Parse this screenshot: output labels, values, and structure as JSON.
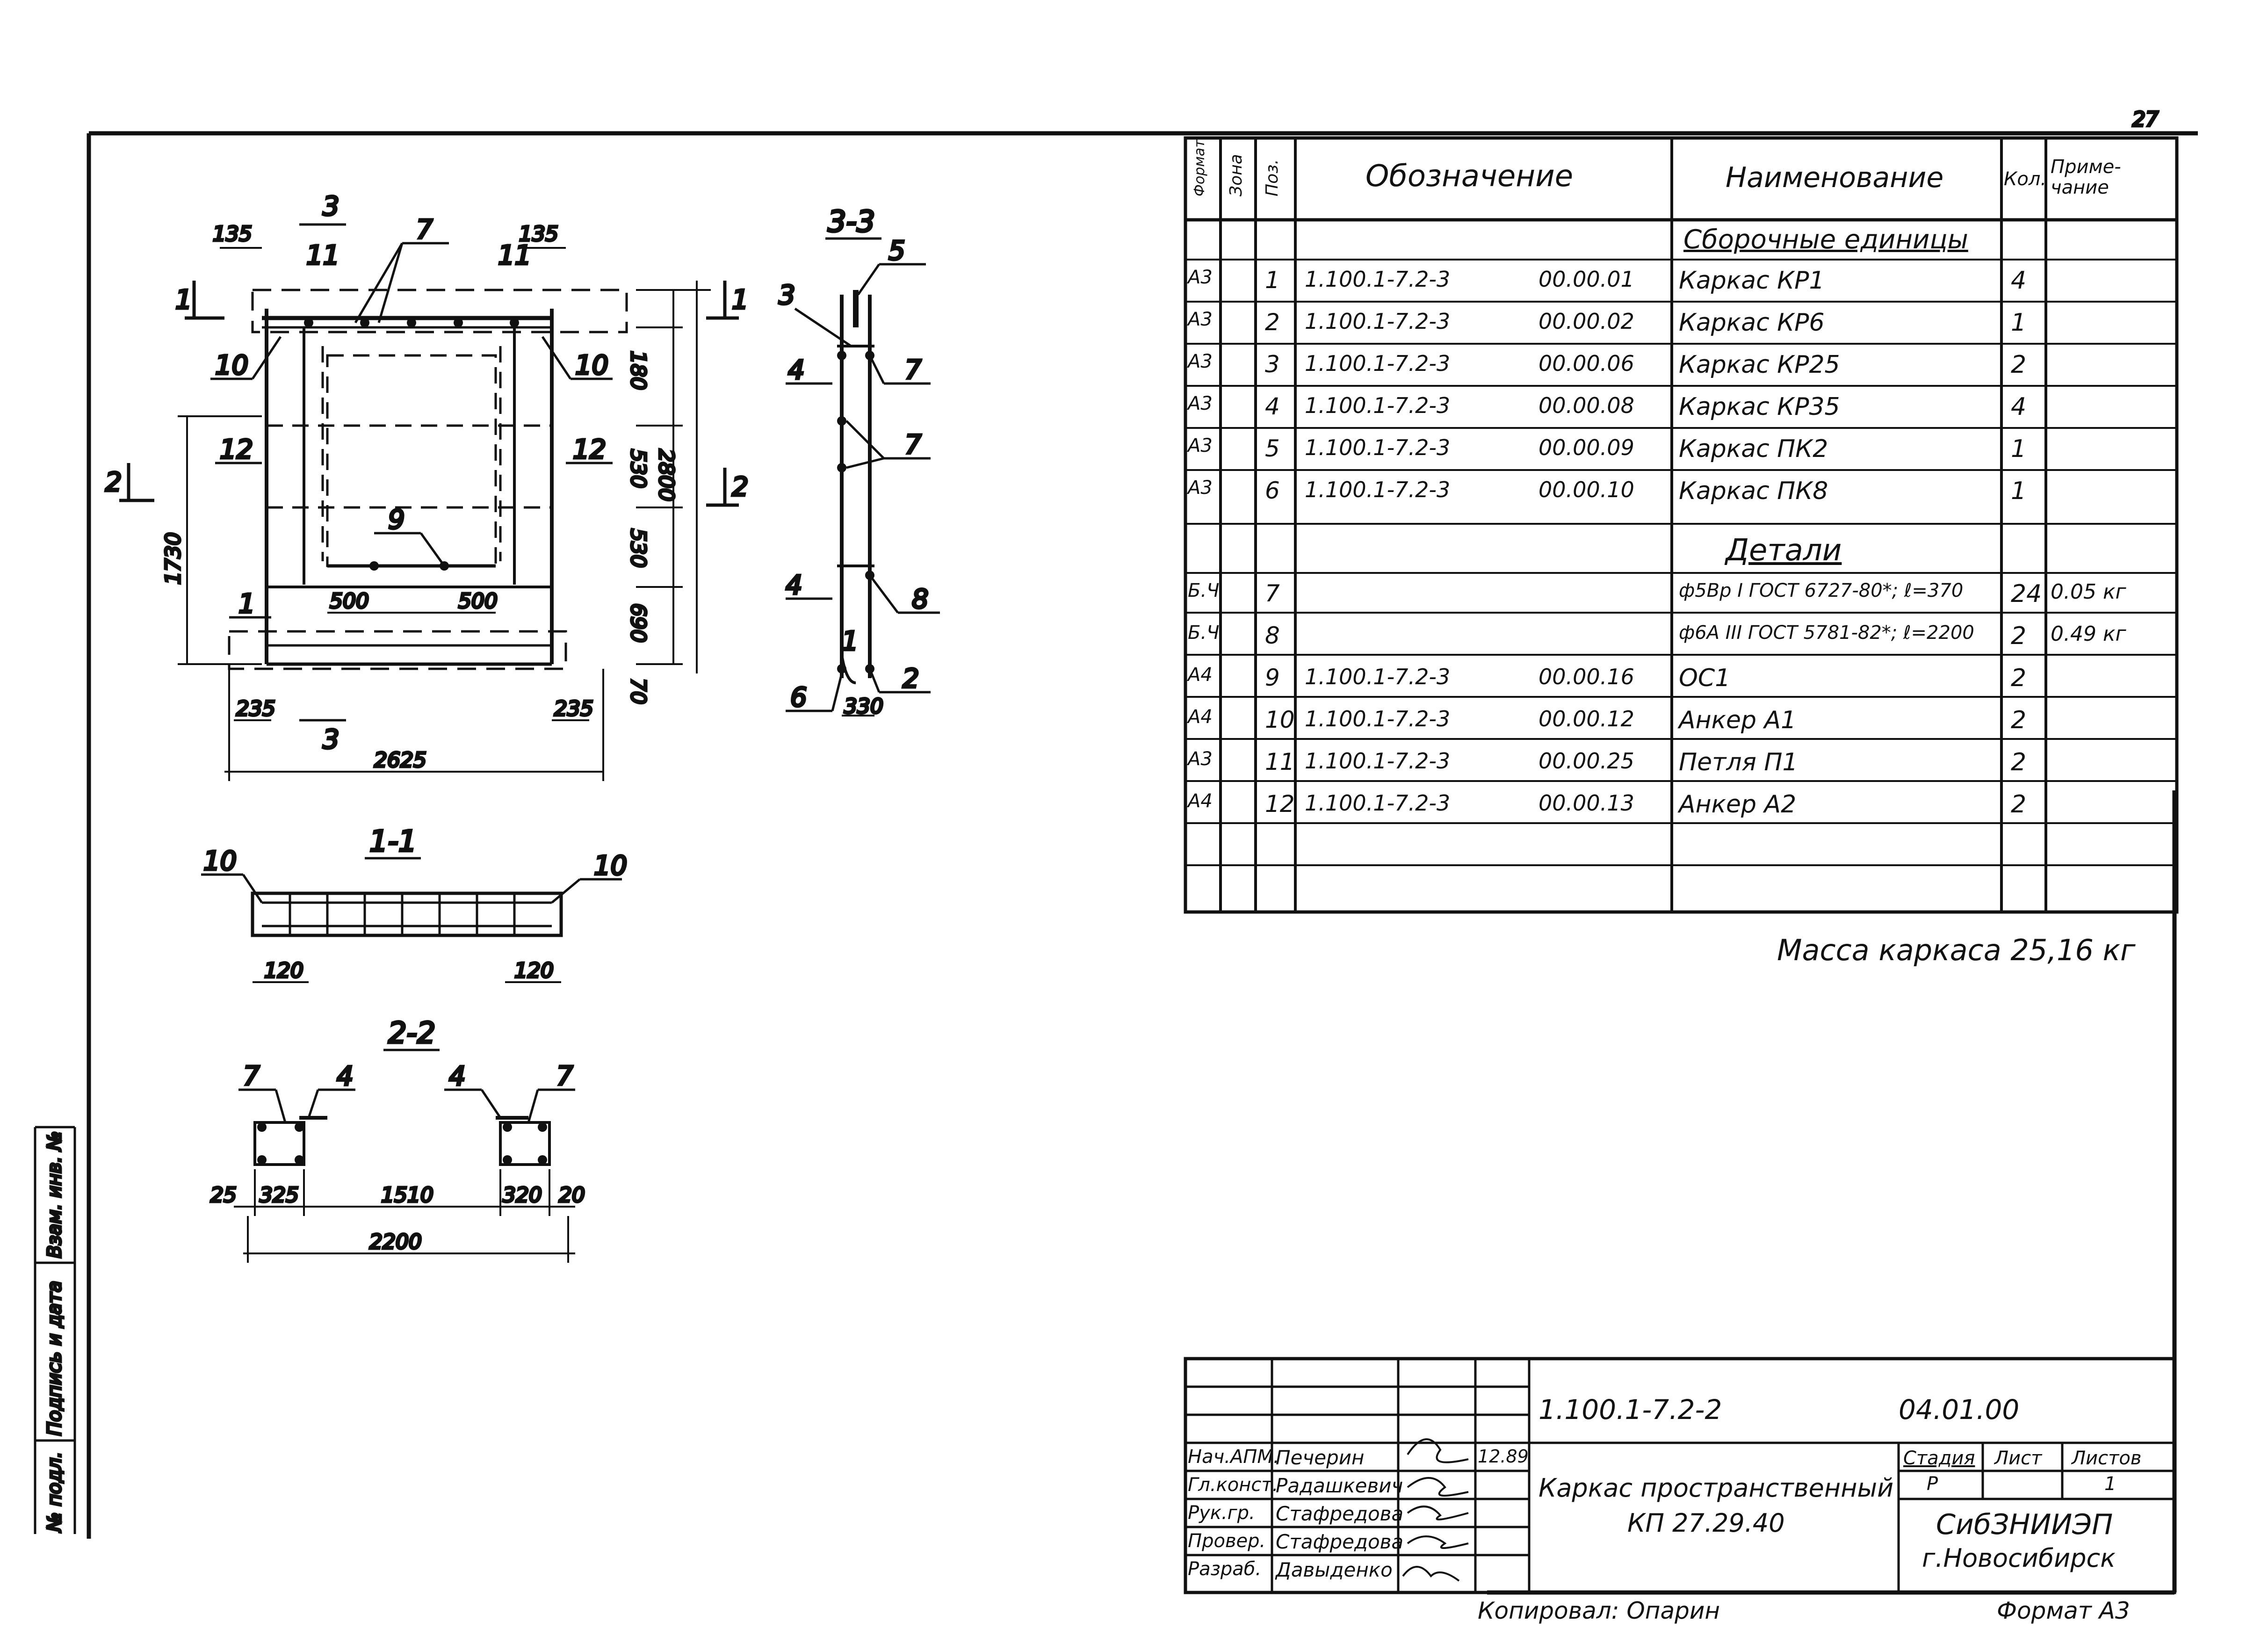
{
  "sheet": {
    "corner_mark": "27",
    "side_stamp": [
      "№ подл.",
      "Подпись и дата",
      "Взам. инв. №"
    ]
  },
  "drawing": {
    "view_main": {
      "dims": {
        "d135_left": "135",
        "d135_right": "135",
        "d2625": "2625",
        "d235_left": "235",
        "d235_right": "235",
        "d500_a": "500",
        "d500_b": "500",
        "d1730": "1730",
        "d2800": "2800",
        "d180": "180",
        "d530_a": "530",
        "d530_b": "530",
        "d690": "690",
        "d70": "70"
      },
      "callouts": {
        "c3_top": "3",
        "c3_bottom": "3",
        "c7": "7",
        "c11_left": "11",
        "c11_right": "11",
        "c10_left": "10",
        "c10_right": "10",
        "c12_left": "12",
        "c12_right": "12",
        "c9": "9",
        "c1": "1",
        "s1_left": "1",
        "s1_right": "1",
        "s2_left": "2",
        "s2_right": "2"
      }
    },
    "view_33": {
      "title": "3-3",
      "callouts": {
        "c5": "5",
        "c3": "3",
        "c7_top": "7",
        "c4_top": "4",
        "c7_mid": "7",
        "c4_bottom": "4",
        "c8": "8",
        "c6": "6",
        "c2": "2",
        "c1": "1"
      },
      "dims": {
        "d330": "330"
      }
    },
    "view_11": {
      "title": "1-1",
      "callouts": {
        "c10_left": "10",
        "c10_right": "10"
      },
      "dims": {
        "d120_left": "120",
        "d120_right": "120"
      }
    },
    "view_22": {
      "title": "2-2",
      "callouts": {
        "c7_left": "7",
        "c4_left": "4",
        "c4_right": "4",
        "c7_right": "7"
      },
      "dims": {
        "d25": "25",
        "d325": "325",
        "d1510": "1510",
        "d320": "320",
        "d20": "20",
        "d2200": "2200"
      }
    }
  },
  "bom": {
    "headers": {
      "format": "Формат",
      "zone": "Зона",
      "pos": "Поз.",
      "designation": "Обозначение",
      "name": "Наименование",
      "qty": "Кол.",
      "note": "Приме- чание"
    },
    "section_assembly": "Сборочные единицы",
    "section_details": "Детали",
    "rows_assembly": [
      {
        "fmt": "А3",
        "pos": "1",
        "doc": "1.100.1-7.2-3",
        "code": "00.00.01",
        "name": "Каркас КР1",
        "qty": "4",
        "note": ""
      },
      {
        "fmt": "А3",
        "pos": "2",
        "doc": "1.100.1-7.2-3",
        "code": "00.00.02",
        "name": "Каркас КР6",
        "qty": "1",
        "note": ""
      },
      {
        "fmt": "А3",
        "pos": "3",
        "doc": "1.100.1-7.2-3",
        "code": "00.00.06",
        "name": "Каркас КР25",
        "qty": "2",
        "note": ""
      },
      {
        "fmt": "А3",
        "pos": "4",
        "doc": "1.100.1-7.2-3",
        "code": "00.00.08",
        "name": "Каркас КР35",
        "qty": "4",
        "note": ""
      },
      {
        "fmt": "А3",
        "pos": "5",
        "doc": "1.100.1-7.2-3",
        "code": "00.00.09",
        "name": "Каркас ПК2",
        "qty": "1",
        "note": ""
      },
      {
        "fmt": "А3",
        "pos": "6",
        "doc": "1.100.1-7.2-3",
        "code": "00.00.10",
        "name": "Каркас ПК8",
        "qty": "1",
        "note": ""
      }
    ],
    "rows_details": [
      {
        "fmt": "Б.Ч",
        "pos": "7",
        "doc": "",
        "code": "",
        "name": "ф5Вр I ГОСТ 6727-80*; ℓ=370",
        "qty": "24",
        "note": "0.05 кг"
      },
      {
        "fmt": "Б.Ч",
        "pos": "8",
        "doc": "",
        "code": "",
        "name": "ф6А III ГОСТ 5781-82*; ℓ=2200",
        "qty": "2",
        "note": "0.49 кг"
      },
      {
        "fmt": "А4",
        "pos": "9",
        "doc": "1.100.1-7.2-3",
        "code": "00.00.16",
        "name": "ОС1",
        "qty": "2",
        "note": ""
      },
      {
        "fmt": "А4",
        "pos": "10",
        "doc": "1.100.1-7.2-3",
        "code": "00.00.12",
        "name": "Анкер А1",
        "qty": "2",
        "note": ""
      },
      {
        "fmt": "А3",
        "pos": "11",
        "doc": "1.100.1-7.2-3",
        "code": "00.00.25",
        "name": "Петля П1",
        "qty": "2",
        "note": ""
      },
      {
        "fmt": "А4",
        "pos": "12",
        "doc": "1.100.1-7.2-3",
        "code": "00.00.13",
        "name": "Анкер А2",
        "qty": "2",
        "note": ""
      }
    ],
    "mass": "Масса каркаса 25,16 кг"
  },
  "title_block": {
    "doc_code": "1.100.1-7.2-2",
    "doc_num": "04.01.00",
    "people": [
      {
        "role": "Нач.АПМ.",
        "name": "Печерин",
        "date": "12.89"
      },
      {
        "role": "Гл.конст.",
        "name": "Радашкевич",
        "date": ""
      },
      {
        "role": "Рук.гр.",
        "name": "Стафредова",
        "date": ""
      },
      {
        "role": "Провер.",
        "name": "Стафредова",
        "date": ""
      },
      {
        "role": "Разраб.",
        "name": "Давыденко",
        "date": ""
      }
    ],
    "item_title_1": "Каркас пространственный",
    "item_title_2": "КП 27.29.40",
    "stage_label": "Стадия",
    "sheet_label": "Лист",
    "sheets_label": "Листов",
    "stage_value": "Р",
    "sheets_value": "1",
    "org_1": "СибЗНИИЭП",
    "org_2": "г.Новосибирск",
    "copied_by": "Копировал: Опарин",
    "format": "Формат А3"
  }
}
